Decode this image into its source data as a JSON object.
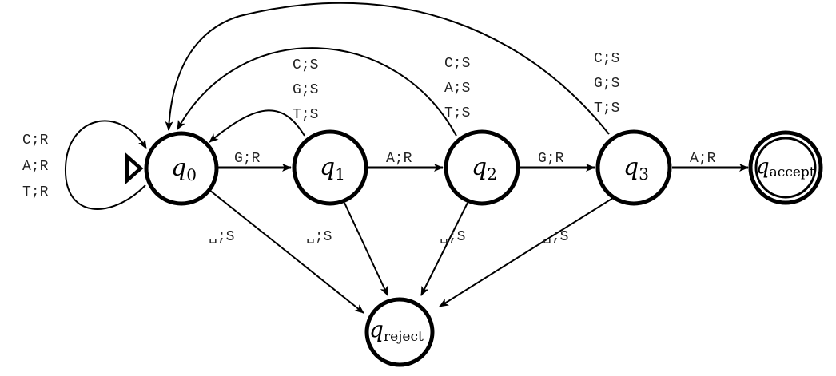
{
  "diagram": {
    "type": "turing-machine-state-diagram",
    "start_state": "q0",
    "states": [
      {
        "id": "q0",
        "base": "q",
        "sub": "0",
        "kind": "start"
      },
      {
        "id": "q1",
        "base": "q",
        "sub": "1",
        "kind": "normal"
      },
      {
        "id": "q2",
        "base": "q",
        "sub": "2",
        "kind": "normal"
      },
      {
        "id": "q3",
        "base": "q",
        "sub": "3",
        "kind": "normal"
      },
      {
        "id": "q_accept",
        "base": "q",
        "sub": "accept",
        "kind": "accept"
      },
      {
        "id": "q_reject",
        "base": "q",
        "sub": "reject",
        "kind": "reject"
      }
    ],
    "transitions": [
      {
        "from": "q0",
        "to": "q0",
        "labels": [
          "C;R",
          "A;R",
          "T;R"
        ]
      },
      {
        "from": "q0",
        "to": "q1",
        "labels": [
          "G;R"
        ]
      },
      {
        "from": "q1",
        "to": "q2",
        "labels": [
          "A;R"
        ]
      },
      {
        "from": "q2",
        "to": "q3",
        "labels": [
          "G;R"
        ]
      },
      {
        "from": "q3",
        "to": "q_accept",
        "labels": [
          "A;R"
        ]
      },
      {
        "from": "q1",
        "to": "q0",
        "labels": [
          "C;S",
          "G;S",
          "T;S"
        ]
      },
      {
        "from": "q2",
        "to": "q0",
        "labels": [
          "C;S",
          "A;S",
          "T;S"
        ]
      },
      {
        "from": "q3",
        "to": "q0",
        "labels": [
          "C;S",
          "G;S",
          "T;S"
        ]
      },
      {
        "from": "q0",
        "to": "q_reject",
        "labels": [
          "␣;S"
        ]
      },
      {
        "from": "q1",
        "to": "q_reject",
        "labels": [
          "␣;S"
        ]
      },
      {
        "from": "q2",
        "to": "q_reject",
        "labels": [
          "␣;S"
        ]
      },
      {
        "from": "q3",
        "to": "q_reject",
        "labels": [
          "␣;S"
        ]
      }
    ]
  },
  "blank_symbol": "␣",
  "colors": {
    "stroke": "#000000",
    "background": "#ffffff",
    "label": "#222222"
  }
}
